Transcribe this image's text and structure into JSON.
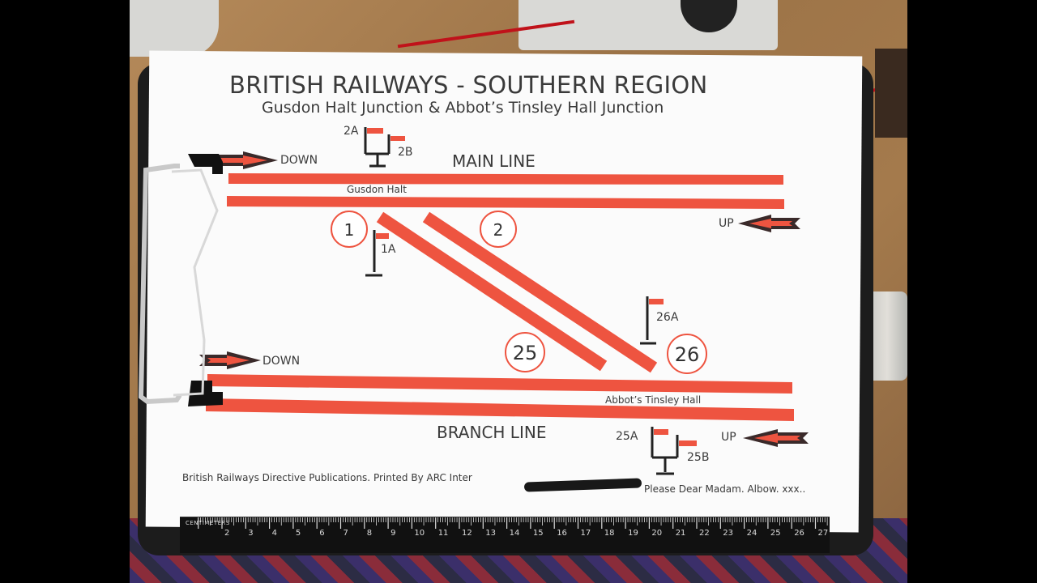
{
  "header": {
    "title": "BRITISH RAILWAYS - SOUTHERN REGION",
    "subtitle": "Gusdon Halt Junction   &   Abbot’s Tinsley Hall Junction"
  },
  "labels": {
    "main_line": "MAIN LINE",
    "branch_line": "BRANCH LINE",
    "gusdon_halt": "Gusdon Halt",
    "abbots_tinsley_hall": "Abbot’s Tinsley Hall",
    "down_top": "DOWN",
    "up_top": "UP",
    "down_bottom": "DOWN",
    "up_bottom": "UP"
  },
  "points": [
    "1",
    "2",
    "25",
    "26"
  ],
  "signals": {
    "s2a": "2A",
    "s2b": "2B",
    "s1a": "1A",
    "s26a": "26A",
    "s25a": "25A",
    "s25b": "25B"
  },
  "footer": {
    "left": "British Railways Directive Publications. Printed By ARC Inter",
    "right": "Please Dear Madam. Albow. xxx.."
  },
  "ruler": {
    "label": "CENTIMETERS",
    "ticks": [
      "2",
      "3",
      "4",
      "5",
      "6",
      "7",
      "8",
      "9",
      "10",
      "11",
      "12",
      "13",
      "14",
      "15",
      "16",
      "17",
      "18",
      "19",
      "20",
      "21",
      "22",
      "23",
      "24",
      "25",
      "26",
      "27"
    ]
  },
  "colors": {
    "rail_red": "#ee5440",
    "arrow_dark": "#3a2a2a",
    "text": "#3a3a3a"
  }
}
